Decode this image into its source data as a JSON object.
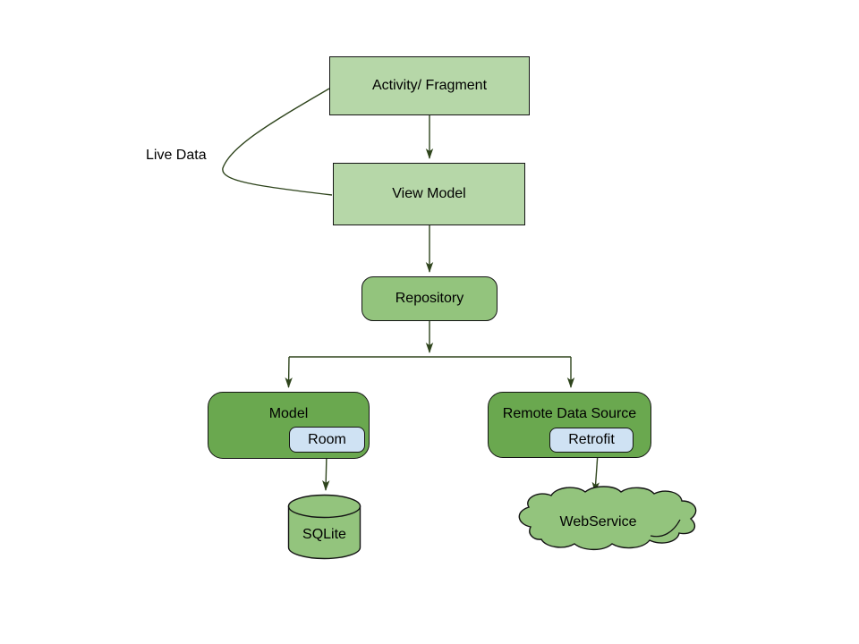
{
  "nodes": {
    "activity": {
      "label": "Activity/ Fragment"
    },
    "view_model": {
      "label": "View Model"
    },
    "live_data": {
      "label": "Live Data"
    },
    "repository": {
      "label": "Repository"
    },
    "model": {
      "label": "Model",
      "badge": "Room"
    },
    "remote_data_source": {
      "label": "Remote Data Source",
      "badge": "Retrofit"
    },
    "sqlite": {
      "label": "SQLite"
    },
    "web_service": {
      "label": "WebService"
    }
  },
  "edges": [
    {
      "from": "Activity/ Fragment",
      "to": "View Model",
      "style": "arrow"
    },
    {
      "from": "View Model",
      "to": "Repository",
      "style": "arrow"
    },
    {
      "from": "Repository",
      "to": "Model",
      "style": "arrow"
    },
    {
      "from": "Repository",
      "to": "Remote Data Source",
      "style": "arrow"
    },
    {
      "from": "Room",
      "to": "SQLite",
      "style": "arrow"
    },
    {
      "from": "Retrofit",
      "to": "WebService",
      "style": "arrow"
    },
    {
      "between": [
        "Activity/ Fragment",
        "View Model"
      ],
      "label": "Live Data",
      "style": "curved-line"
    }
  ],
  "colors": {
    "node_light_green": "#b6d7a8",
    "node_medium_green": "#93c47d",
    "node_dark_green": "#6aa84f",
    "badge_blue": "#cfe2f3",
    "shape_border": "#141414",
    "connector": "#2e441c",
    "text": "#000000",
    "background": "#ffffff"
  }
}
